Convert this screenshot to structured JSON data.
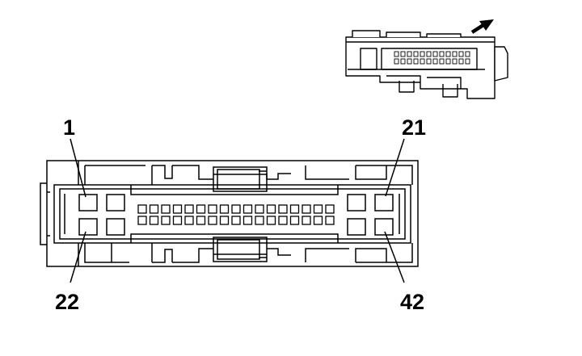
{
  "diagram": {
    "pin_labels": {
      "top_left": "1",
      "top_right": "21",
      "bottom_left": "22",
      "bottom_right": "42"
    },
    "colors": {
      "stroke": "#000000",
      "fill": "#ffffff"
    },
    "icons": [
      "arrow-icon",
      "connector-3d-icon"
    ]
  }
}
